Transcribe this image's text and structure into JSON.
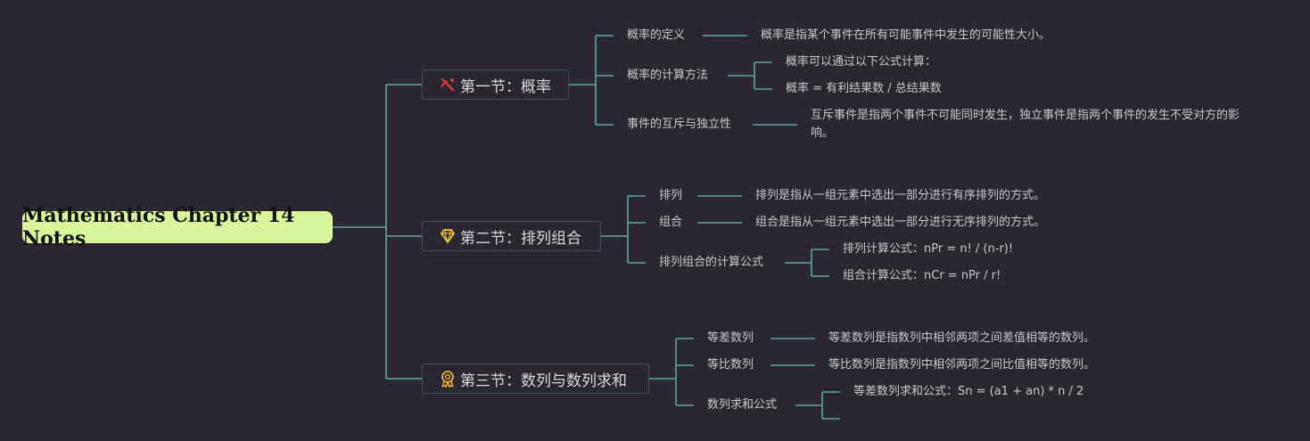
{
  "root": {
    "title": "Mathematics Chapter 14 Notes"
  },
  "sections": [
    {
      "icon": "pickaxe-icon",
      "title": "第一节：概率",
      "topics": [
        {
          "label": "概率的定义",
          "details": [
            "概率是指某个事件在所有可能事件中发生的可能性大小。"
          ]
        },
        {
          "label": "概率的计算方法",
          "details": [
            "概率可以通过以下公式计算：",
            "概率 = 有利结果数 / 总结果数"
          ]
        },
        {
          "label": "事件的互斥与独立性",
          "details": [
            "互斥事件是指两个事件不可能同时发生，独立事件是指两个事件的发生不受对方的影响。"
          ]
        }
      ]
    },
    {
      "icon": "diamond-icon",
      "title": "第二节：排列组合",
      "topics": [
        {
          "label": "排列",
          "details": [
            "排列是指从一组元素中选出一部分进行有序排列的方式。"
          ]
        },
        {
          "label": "组合",
          "details": [
            "组合是指从一组元素中选出一部分进行无序排列的方式。"
          ]
        },
        {
          "label": "排列组合的计算公式",
          "details": [
            "排列计算公式：nPr = n! / (n-r)!",
            "组合计算公式：nCr = nPr / r!"
          ]
        }
      ]
    },
    {
      "icon": "award-badge-icon",
      "title": "第三节：数列与数列求和",
      "topics": [
        {
          "label": "等差数列",
          "details": [
            "等差数列是指数列中相邻两项之间差值相等的数列。"
          ]
        },
        {
          "label": "等比数列",
          "details": [
            "等比数列是指数列中相邻两项之间比值相等的数列。"
          ]
        },
        {
          "label": "数列求和公式",
          "details": [
            "等差数列求和公式：Sn = (a1 + an) * n / 2",
            ""
          ]
        }
      ]
    }
  ],
  "colors": {
    "background": "#2a2730",
    "root_fill": "#d9f59a",
    "connector": "#5aa3a0",
    "node_border": "#3d5555"
  }
}
